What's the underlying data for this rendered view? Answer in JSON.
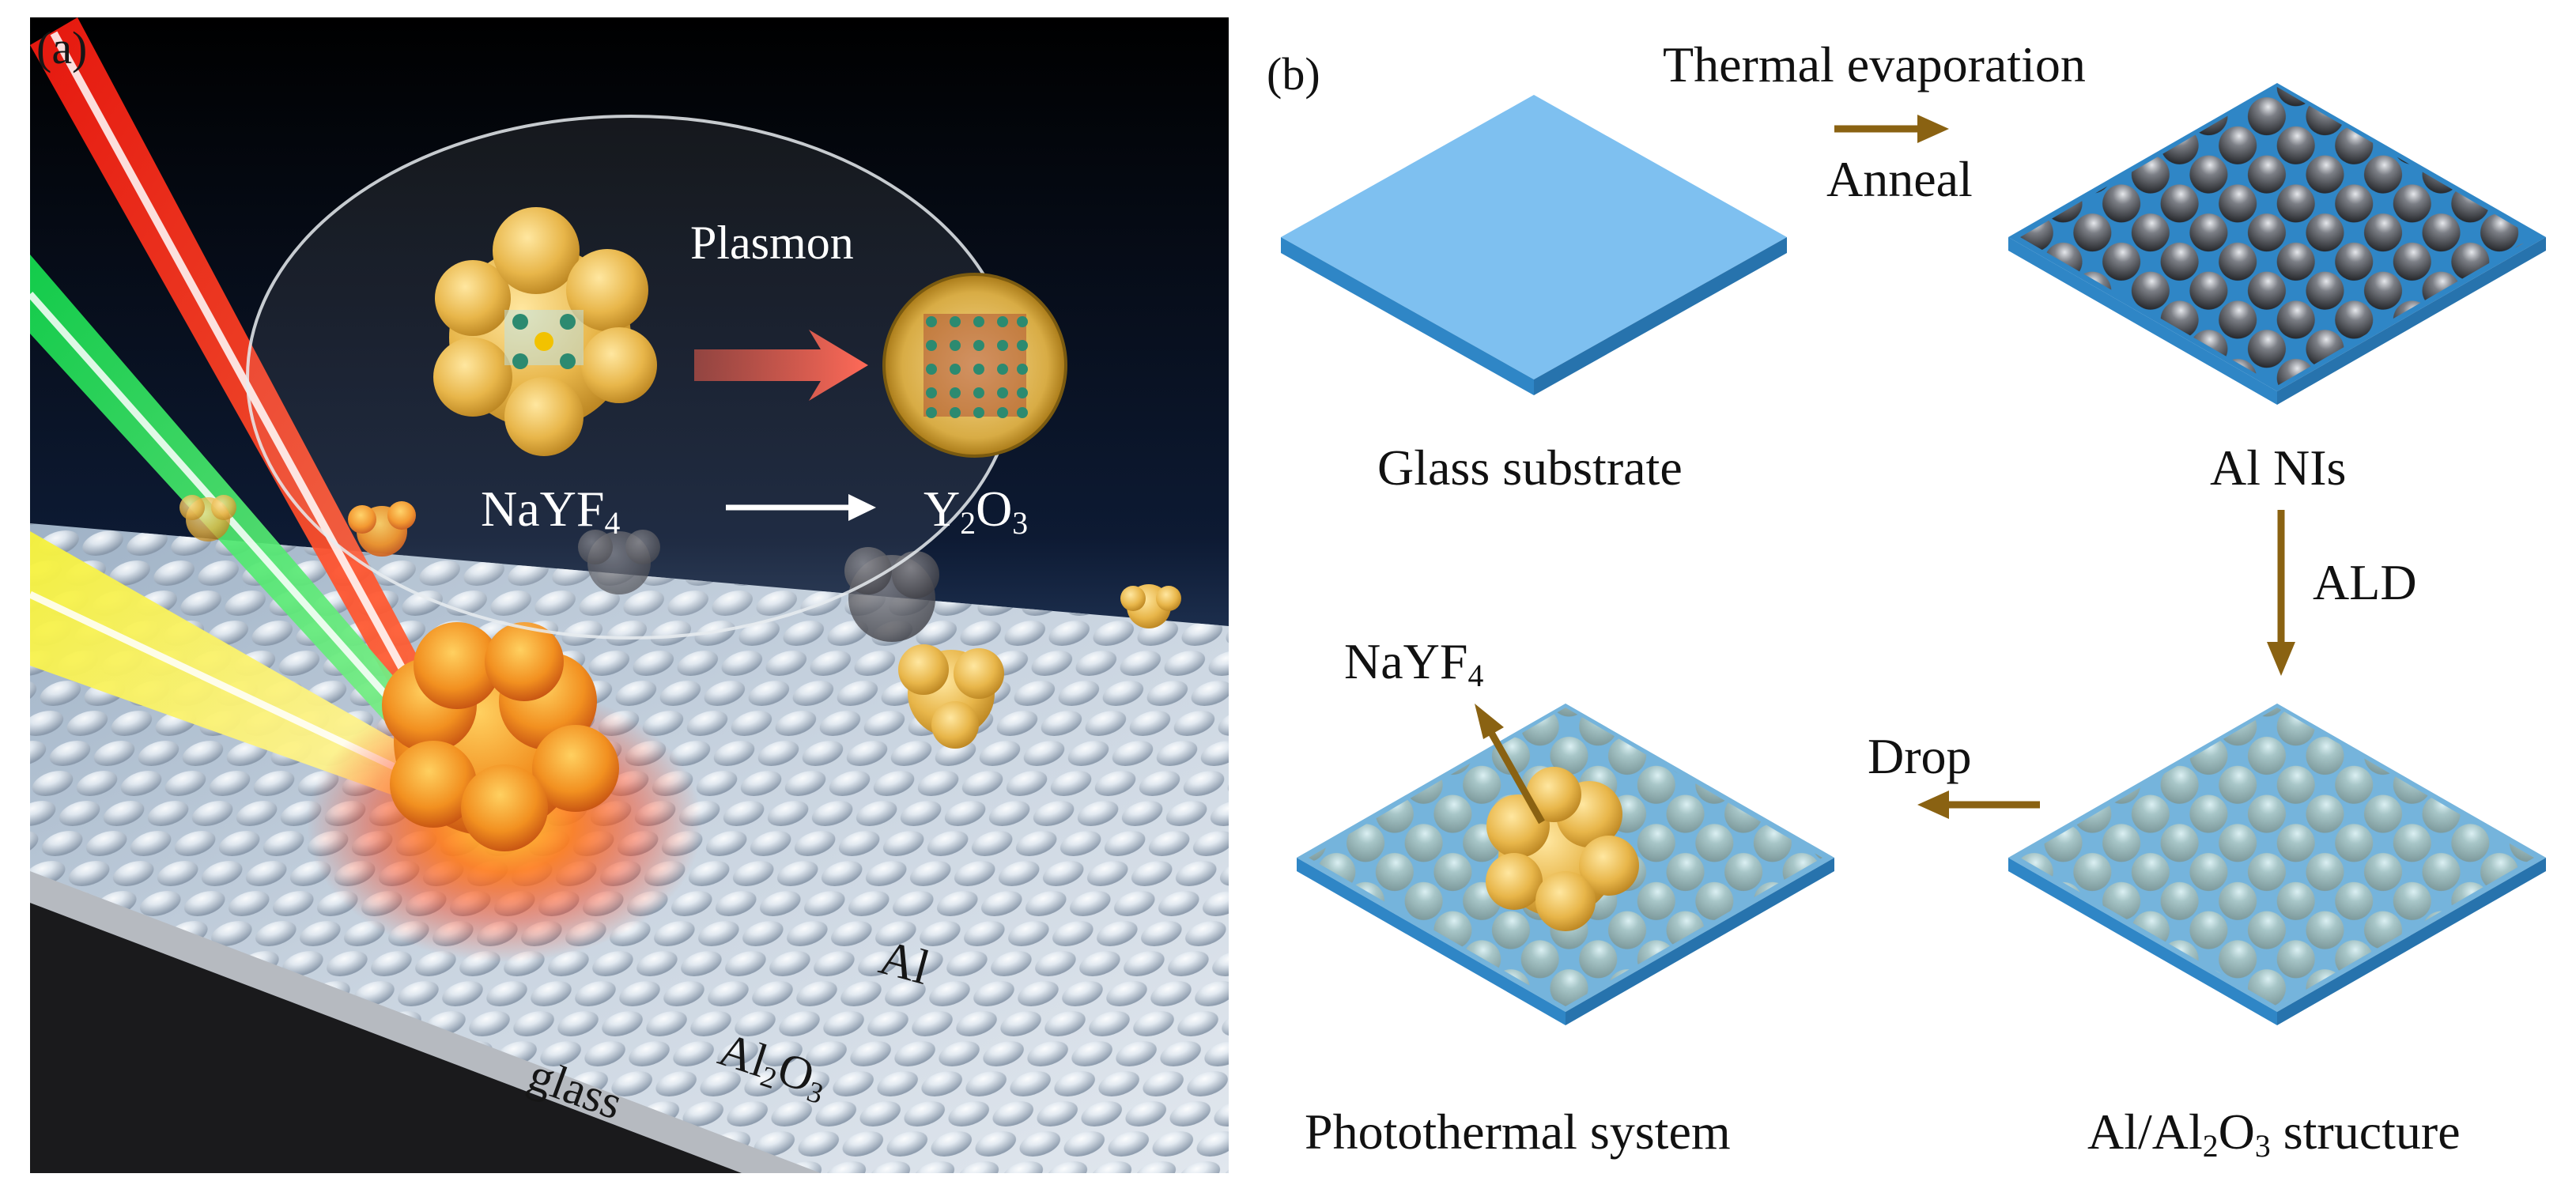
{
  "panel_a": {
    "label": "(a)",
    "plasmon": "Plasmon",
    "nayf4": {
      "base": "NaYF",
      "sub": "4"
    },
    "y2o3": {
      "p1": "Y",
      "s1": "2",
      "p2": "O",
      "s2": "3"
    },
    "al": "Al",
    "al2o3": {
      "p1": "Al",
      "s1": "2",
      "p2": "O",
      "s2": "3"
    },
    "glass": "glass"
  },
  "panel_b": {
    "label": "(b)",
    "thermal_evaporation": "Thermal evaporation",
    "anneal": "Anneal",
    "glass_substrate": "Glass substrate",
    "al_nis": "Al NIs",
    "ald": "ALD",
    "drop": "Drop",
    "nayf4": {
      "base": "NaYF",
      "sub": "4"
    },
    "photothermal_system": "Photothermal system",
    "al_al2o3_structure": {
      "p1": "Al/Al",
      "s1": "2",
      "p2": "O",
      "s2": "3",
      "p3": " structure"
    }
  },
  "colors": {
    "arrow": "#8a6212",
    "glass_top": "#7ec0f0",
    "substrate_edge": "#2f86c6",
    "al_sphere": "#5a5c60",
    "coated_sphere": "#7f9c98",
    "particle": "#e6b74a",
    "laser_red": "#ff2a1a",
    "laser_green": "#2cf050",
    "laser_yellow": "#f2ee3a"
  }
}
